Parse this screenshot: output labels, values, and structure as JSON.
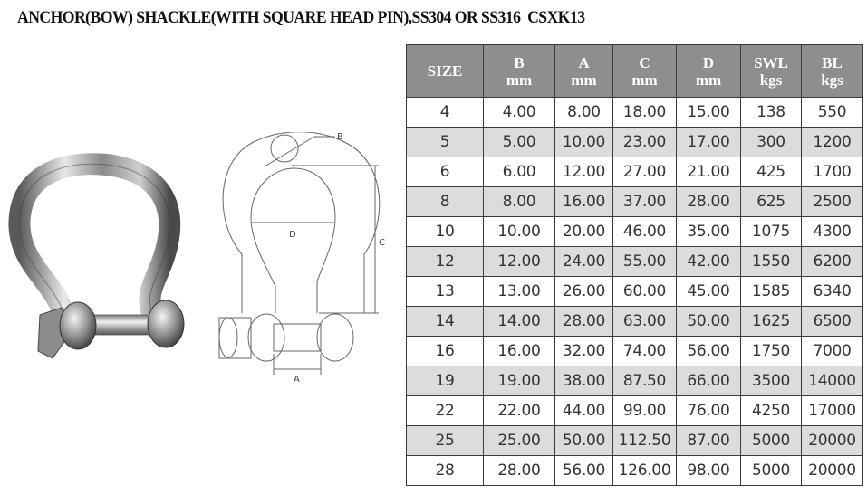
{
  "title": "ANCHOR(BOW) SHACKLE(WITH SQUARE HEAD PIN),SS304 OR SS316  CSXK13",
  "images": {
    "photo": "stainless-steel-bow-shackle-photo",
    "drawing": {
      "name": "shackle-dimension-drawing",
      "labels": {
        "b": "B",
        "d": "D",
        "c": "C",
        "a": "A"
      }
    }
  },
  "colors": {
    "header_bg": "#8e8e8e",
    "header_text": "#ffffff",
    "alt_row_bg": "#dcdcdc",
    "border": "#3a3a3a"
  },
  "table": {
    "headers": [
      {
        "line1": "SIZE",
        "line2": ""
      },
      {
        "line1": "B",
        "line2": "mm"
      },
      {
        "line1": "A",
        "line2": "mm"
      },
      {
        "line1": "C",
        "line2": "mm"
      },
      {
        "line1": "D",
        "line2": "mm"
      },
      {
        "line1": "SWL",
        "line2": "kgs"
      },
      {
        "line1": "BL",
        "line2": "kgs"
      }
    ],
    "rows": [
      [
        "4",
        "4.00",
        "8.00",
        "18.00",
        "15.00",
        "138",
        "550"
      ],
      [
        "5",
        "5.00",
        "10.00",
        "23.00",
        "17.00",
        "300",
        "1200"
      ],
      [
        "6",
        "6.00",
        "12.00",
        "27.00",
        "21.00",
        "425",
        "1700"
      ],
      [
        "8",
        "8.00",
        "16.00",
        "37.00",
        "28.00",
        "625",
        "2500"
      ],
      [
        "10",
        "10.00",
        "20.00",
        "46.00",
        "35.00",
        "1075",
        "4300"
      ],
      [
        "12",
        "12.00",
        "24.00",
        "55.00",
        "42.00",
        "1550",
        "6200"
      ],
      [
        "13",
        "13.00",
        "26.00",
        "60.00",
        "45.00",
        "1585",
        "6340"
      ],
      [
        "14",
        "14.00",
        "28.00",
        "63.00",
        "50.00",
        "1625",
        "6500"
      ],
      [
        "16",
        "16.00",
        "32.00",
        "74.00",
        "56.00",
        "1750",
        "7000"
      ],
      [
        "19",
        "19.00",
        "38.00",
        "87.50",
        "66.00",
        "3500",
        "14000"
      ],
      [
        "22",
        "22.00",
        "44.00",
        "99.00",
        "76.00",
        "4250",
        "17000"
      ],
      [
        "25",
        "25.00",
        "50.00",
        "112.50",
        "87.00",
        "5000",
        "20000"
      ],
      [
        "28",
        "28.00",
        "56.00",
        "126.00",
        "98.00",
        "5000",
        "20000"
      ]
    ]
  }
}
